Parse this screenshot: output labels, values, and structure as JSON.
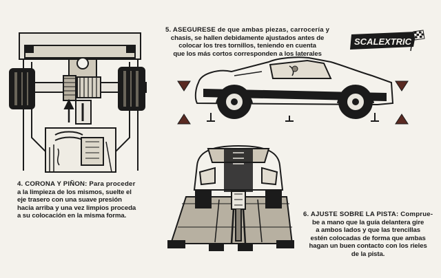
{
  "brand": {
    "name": "SCALEXTRIC"
  },
  "step5": {
    "lines": [
      "5. ASEGURESE de que ambas piezas, carrocería y",
      "chasis, se hallen debidamente ajustados antes de",
      "colocar los tres tornillos, teniendo en cuenta",
      "que los más cortos corresponden a los laterales"
    ]
  },
  "step4": {
    "lines": [
      "4. CORONA Y PIÑON: Para proceder",
      "a la limpieza de los mismos, suelte el",
      "eje trasero con una suave presión",
      "hacia arriba y una vez limpios proceda",
      "a su colocación en la misma forma."
    ]
  },
  "step6": {
    "lines": [
      "6. AJUSTE SOBRE LA PISTA: Comprue-",
      "be a mano que la guía delantera gire",
      "a ambos lados y que las trencillas",
      "estén colocadas de forma que ambas",
      "hagan un buen contacto con los rieles",
      "de la pista."
    ]
  },
  "colors": {
    "ink": "#1b1b1b",
    "paper": "#f4f2ec",
    "arrow": "#5a2a22"
  }
}
